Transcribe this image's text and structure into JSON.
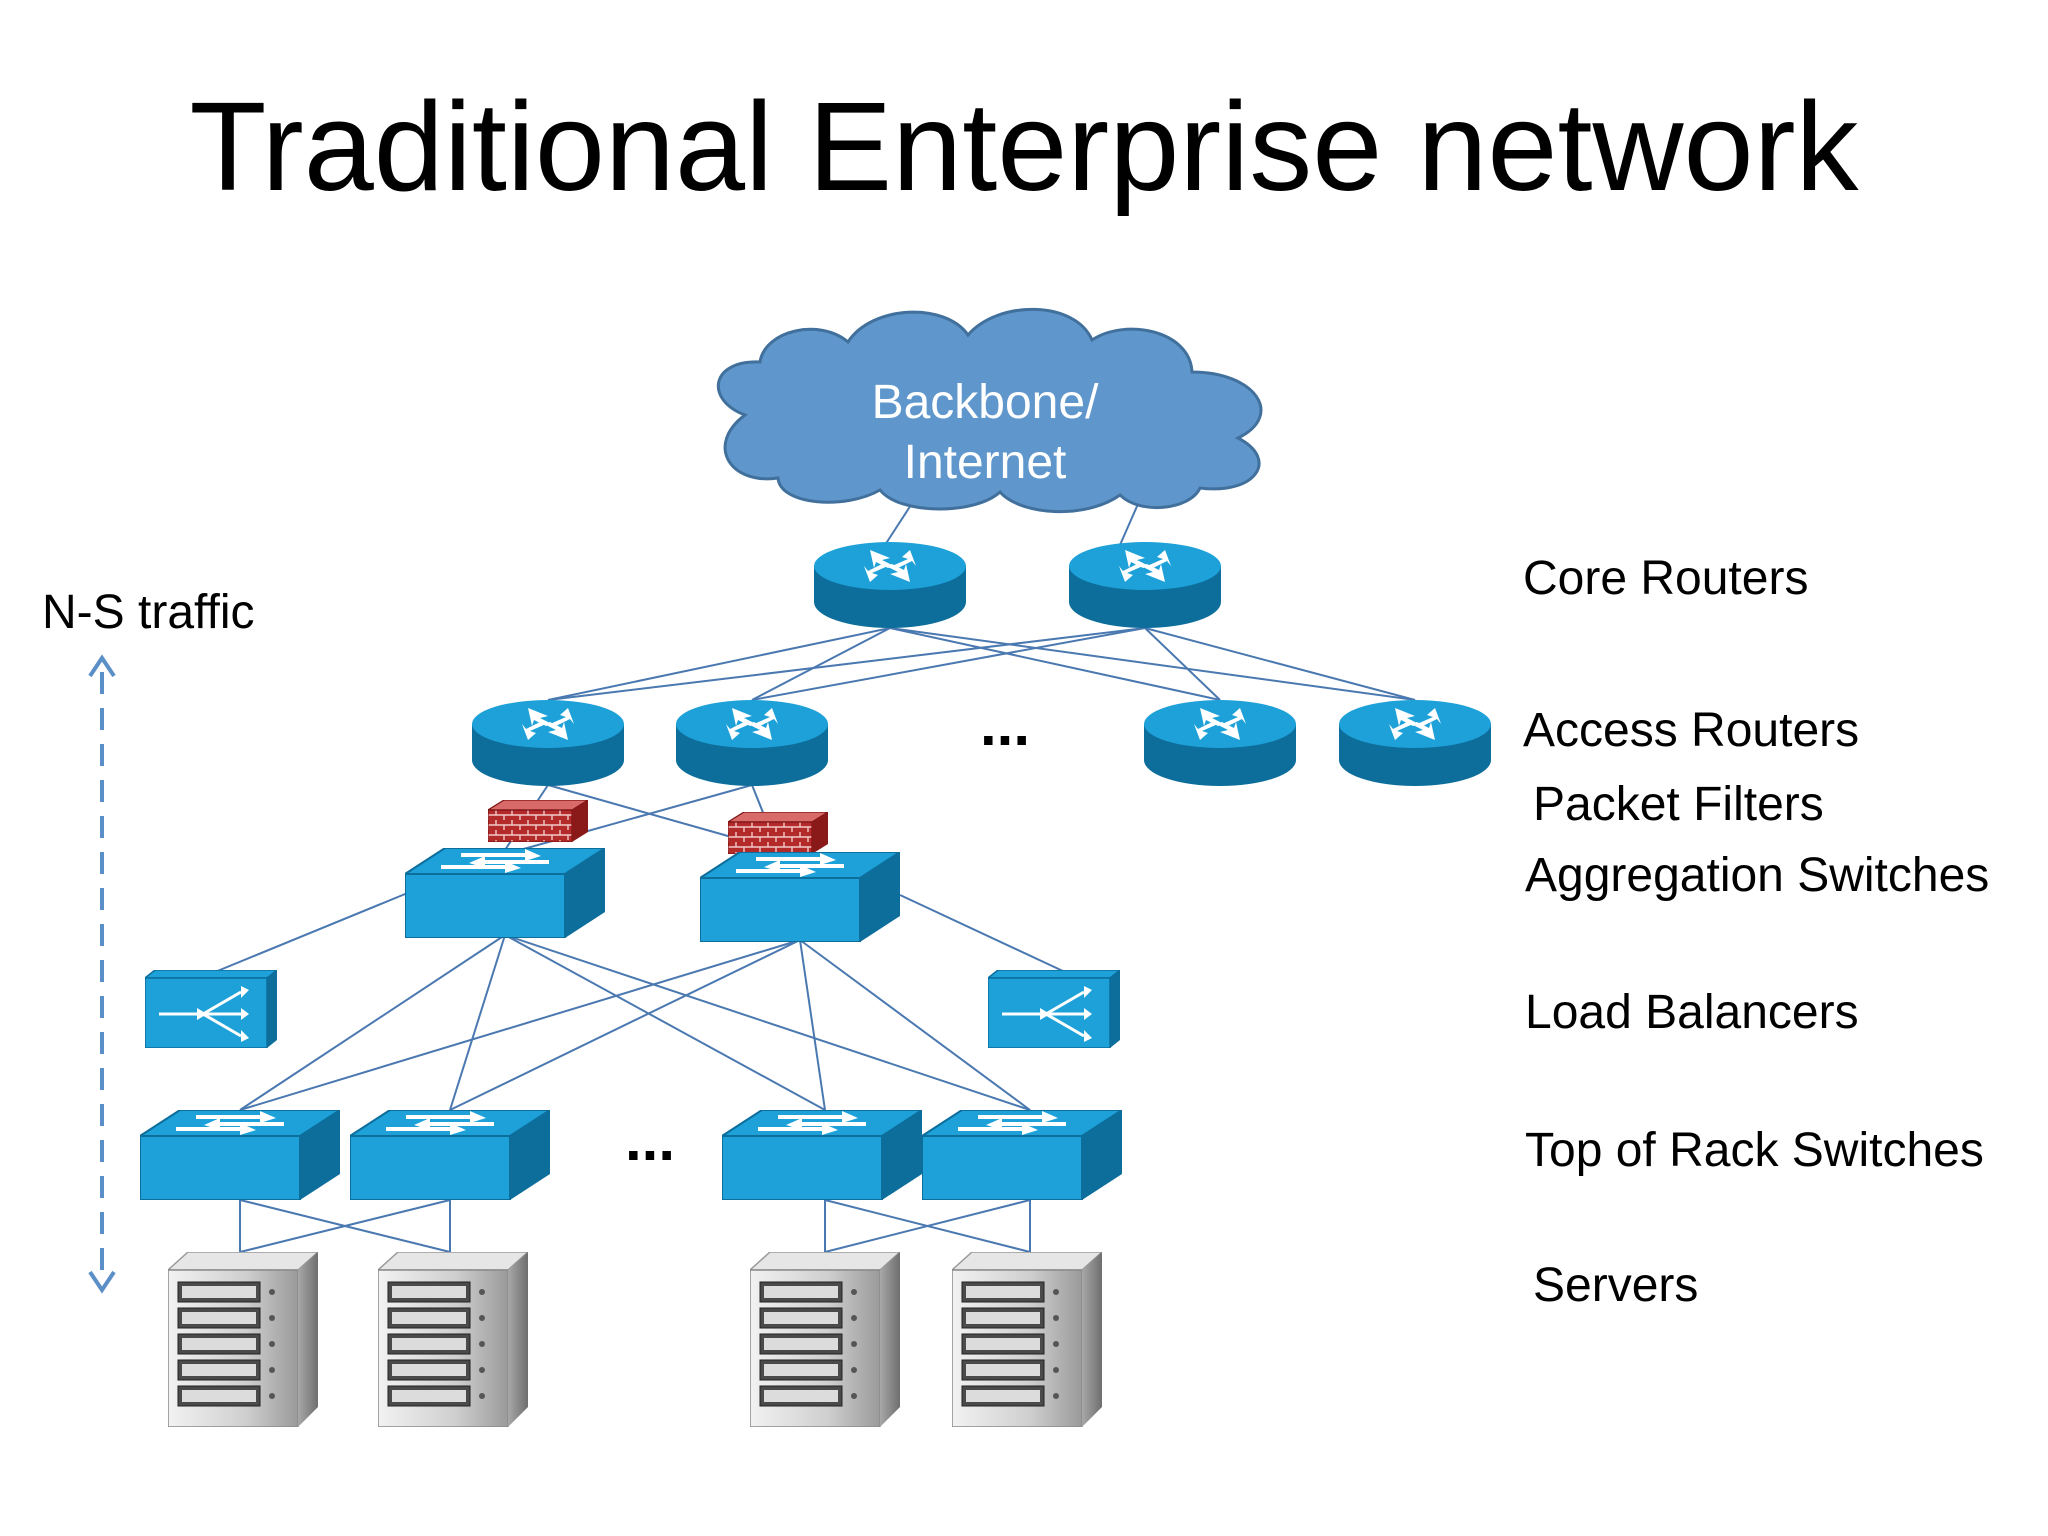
{
  "title": "Traditional Enterprise network",
  "cloud": {
    "line1": "Backbone/",
    "line2": "Internet"
  },
  "ellipsis": "...",
  "traffic_label": "N-S traffic",
  "layers": {
    "core_routers": "Core Routers",
    "access_routers": "Access Routers",
    "packet_filters": "Packet Filters",
    "aggregation_switches": "Aggregation Switches",
    "load_balancers": "Load Balancers",
    "top_of_rack": "Top of Rack Switches",
    "servers": "Servers"
  },
  "colors": {
    "device_blue": "#1da1d8",
    "device_dark": "#0d6e9c",
    "cloud_fill": "#5f97cc",
    "cloud_stroke": "#41709c",
    "link": "#4a78b0",
    "firewall": "#b22a2a",
    "arrow": "#5b8fc7"
  }
}
